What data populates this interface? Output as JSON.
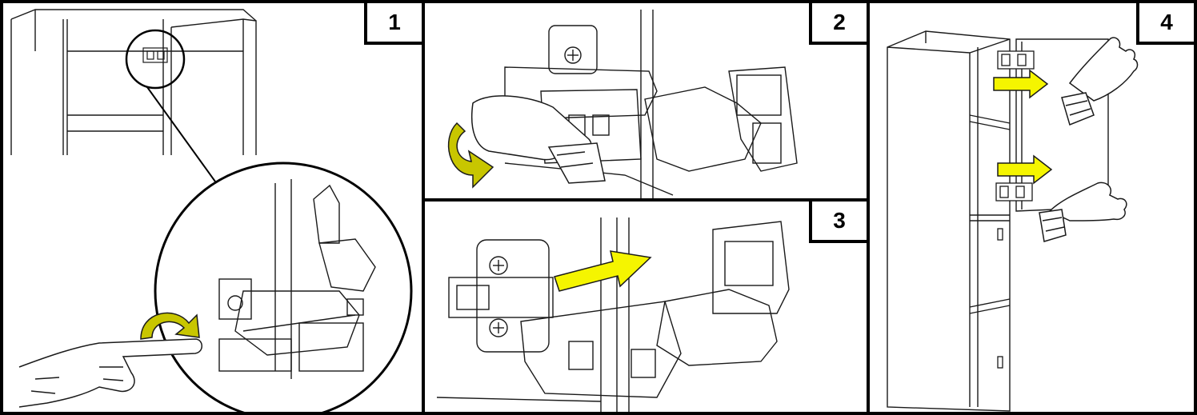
{
  "steps": [
    {
      "number": "1"
    },
    {
      "number": "2"
    },
    {
      "number": "3"
    },
    {
      "number": "4"
    }
  ],
  "colors": {
    "arrow_fill": "#f5f500",
    "arrow_curved_fill": "#c8c600",
    "line": "#1a1a1a",
    "frame": "#000000"
  },
  "icons": [
    "pointing-hand-icon",
    "gloved-hand-icon",
    "curved-arrow-icon",
    "straight-arrow-icon",
    "hinge-icon",
    "cabinet-icon",
    "door-icon"
  ]
}
